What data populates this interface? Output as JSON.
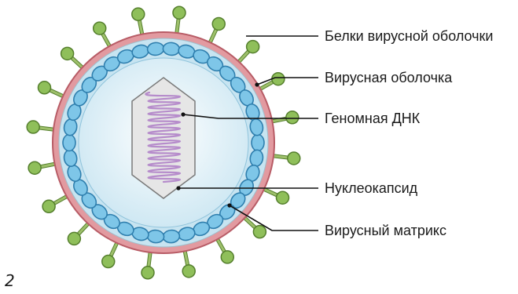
{
  "figure_number": "2",
  "labels": {
    "envelope_proteins": "Белки вирусной оболочки",
    "viral_envelope": "Вирусная оболочка",
    "genomic_dna": "Геномная ДНК",
    "nucleocapsid": "Нуклеокапсид",
    "viral_matrix": "Вирусный матрикс"
  },
  "colors": {
    "spike_head": "#8fbf5a",
    "spike_head_stroke": "#557f2d",
    "spike_stalk": "#9ec06b",
    "envelope": "#e29aa0",
    "envelope_stroke": "#b85c66",
    "capsomer": "#7ec6e8",
    "capsomer_stroke": "#2f7fae",
    "interior": "#eaf5fa",
    "dna": "#b68ccb",
    "hexagon": "#e6e6e6",
    "hexagon_stroke": "#7a7a7a",
    "leader": "#111111"
  }
}
